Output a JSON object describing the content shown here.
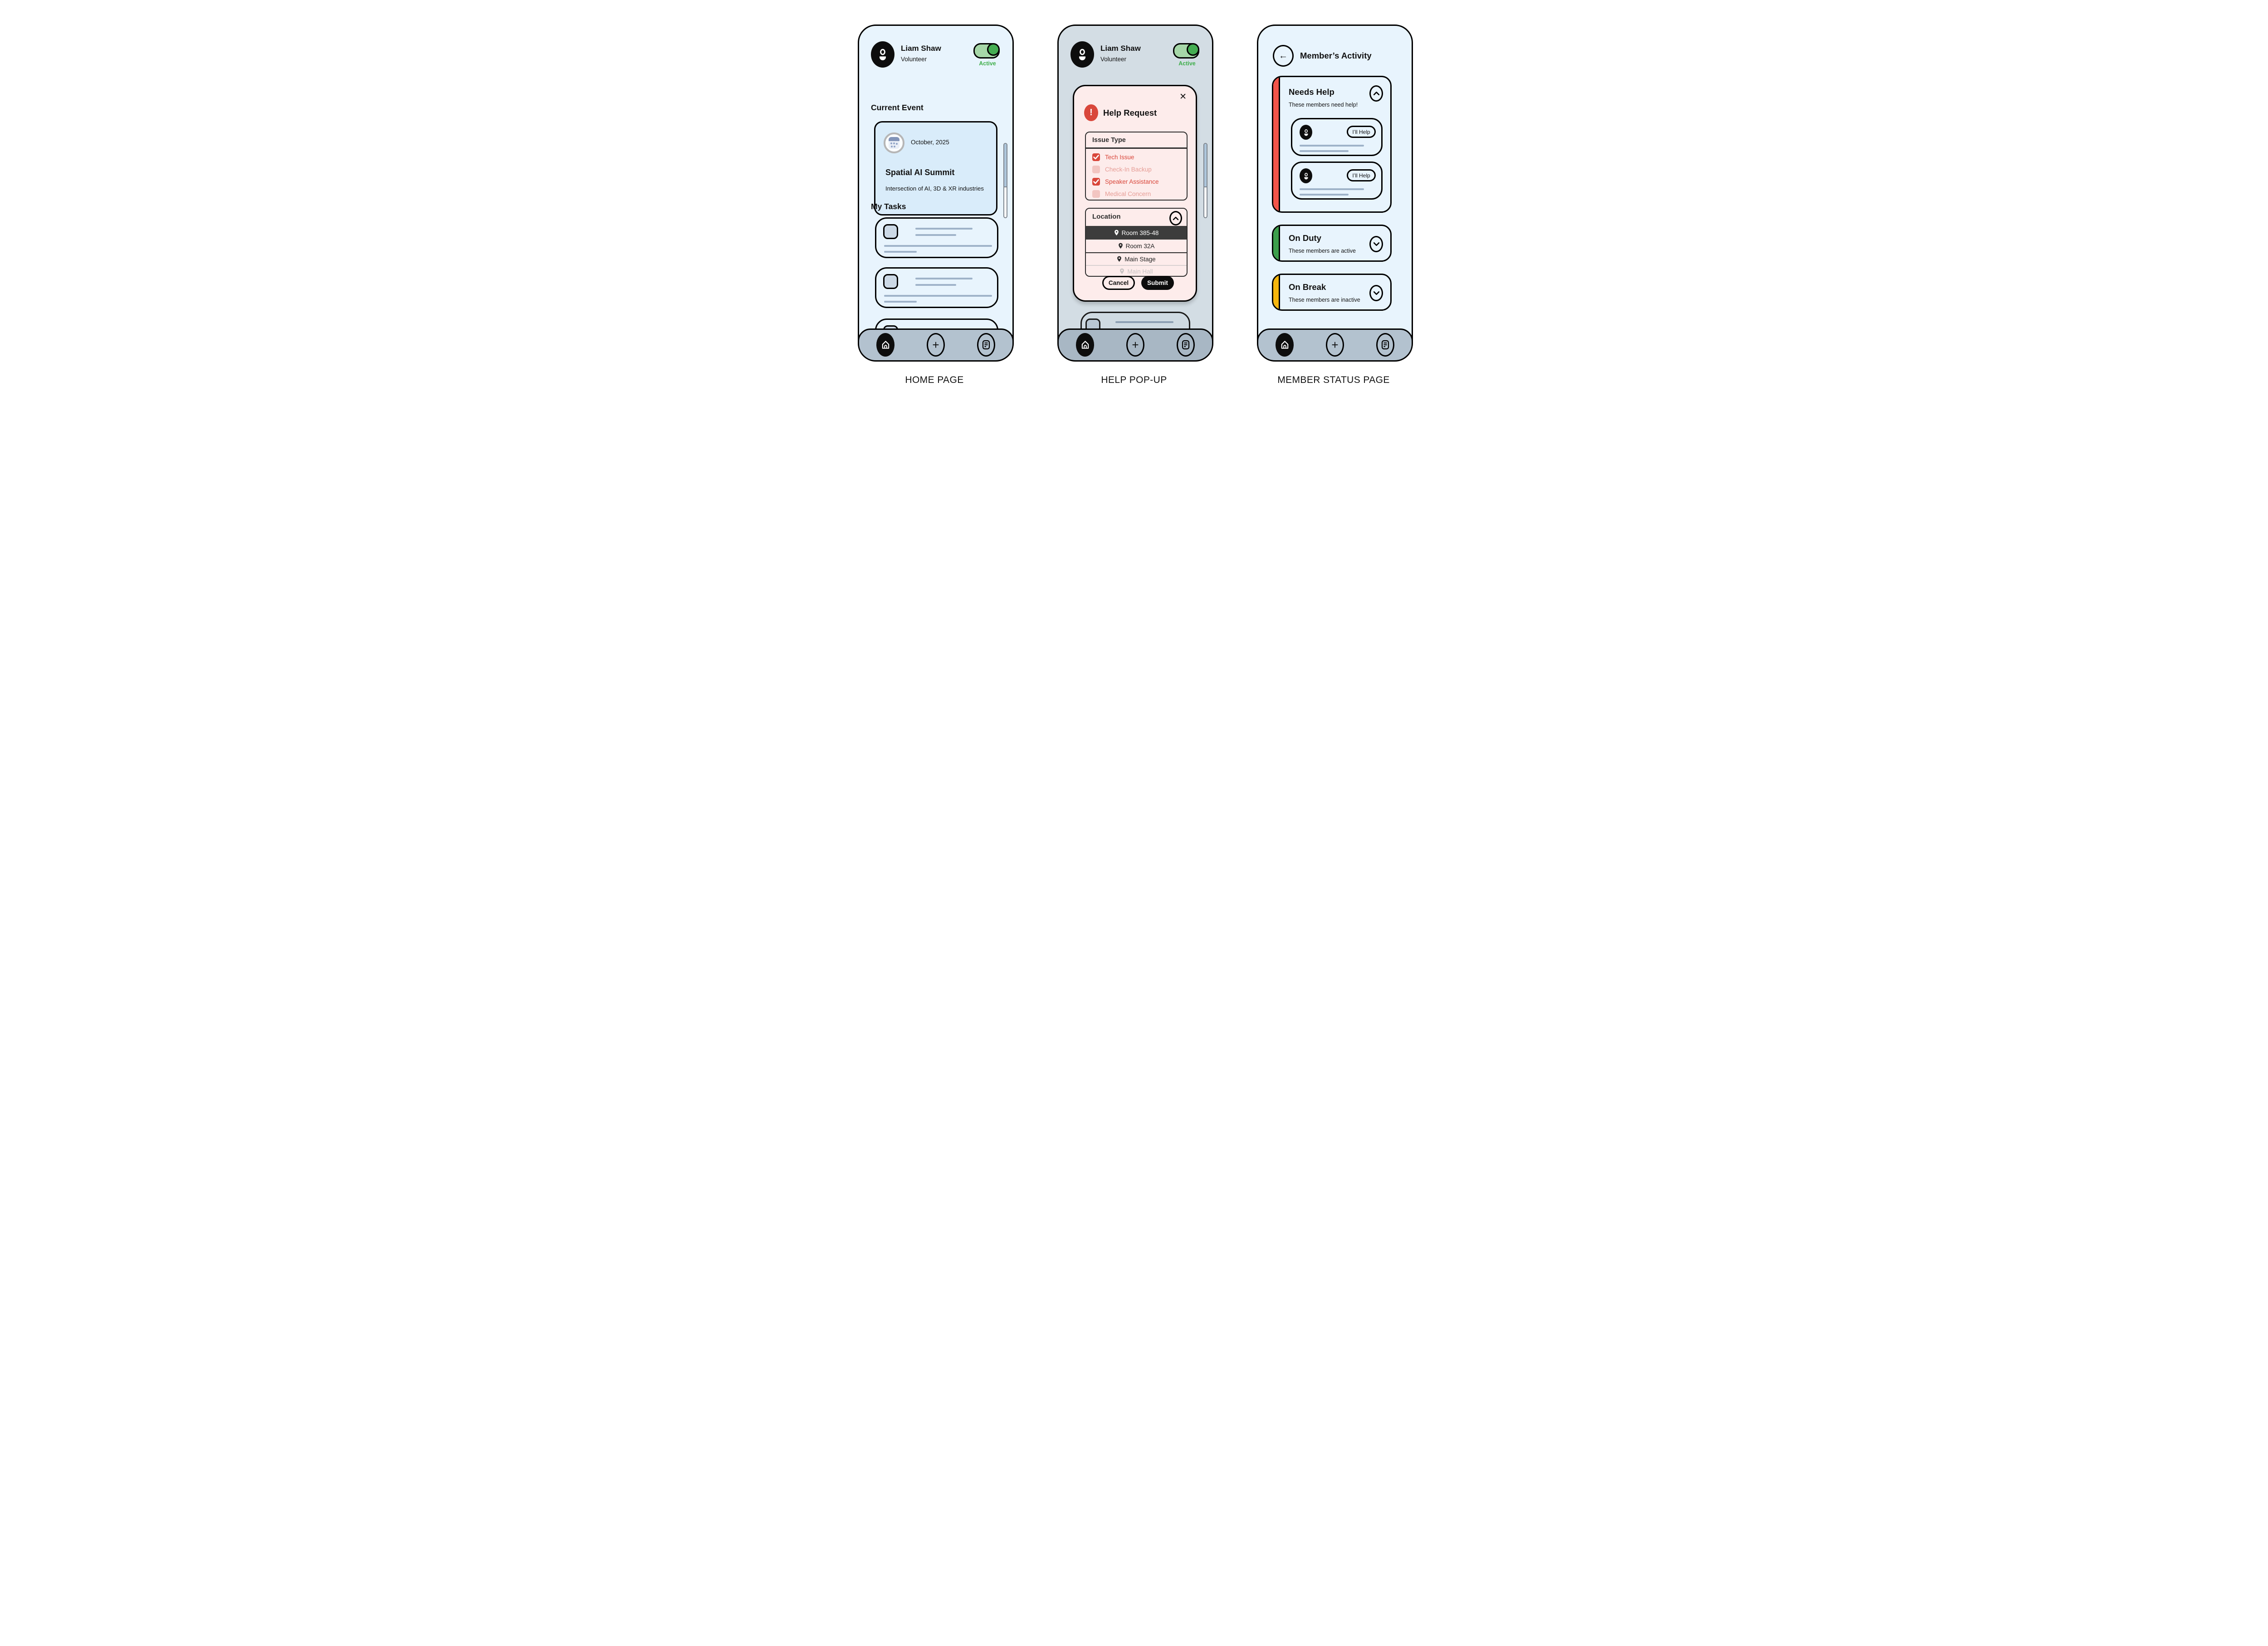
{
  "captions": {
    "phone1": "HOME PAGE",
    "phone2": "HELP POP-UP",
    "phone3": "MEMBER STATUS PAGE"
  },
  "profile": {
    "name": "Liam Shaw",
    "role": "Volunteer",
    "status_label": "Active",
    "status_on": true
  },
  "home": {
    "current_event_heading": "Current Event",
    "event": {
      "date": "October, 2025",
      "title": "Spatial AI Summit",
      "subtitle": "Intersection of AI, 3D & XR industries"
    },
    "my_tasks_heading": "My Tasks"
  },
  "help_popup": {
    "title": "Help Request",
    "issue_type": {
      "label": "Issue Type",
      "options": [
        {
          "label": "Tech Issue",
          "checked": true
        },
        {
          "label": "Check-In Backup",
          "checked": false
        },
        {
          "label": "Speaker Assistance",
          "checked": true
        },
        {
          "label": "Medical Concern",
          "checked": false
        }
      ]
    },
    "location": {
      "label": "Location",
      "options": [
        {
          "label": "Room 385-48",
          "state": "selected"
        },
        {
          "label": "Room 32A",
          "state": "normal"
        },
        {
          "label": "Main Stage",
          "state": "normal"
        },
        {
          "label": "Main Hall",
          "state": "disabled"
        }
      ]
    },
    "cancel_label": "Cancel",
    "submit_label": "Submit"
  },
  "member_status": {
    "title": "Member’s Activity",
    "sections": [
      {
        "title": "Needs Help",
        "subtitle": "These members need help!",
        "accent": "#f25449",
        "chevron": "up",
        "members": [
          {
            "action_label": "I’ll Help"
          },
          {
            "action_label": "I’ll Help"
          }
        ]
      },
      {
        "title": "On Duty",
        "subtitle": "These members are active",
        "accent": "#3c9e4b",
        "chevron": "down",
        "members": []
      },
      {
        "title": "On Break",
        "subtitle": "These members are inactive",
        "accent": "#f6b60d",
        "chevron": "down",
        "members": []
      }
    ]
  },
  "icons": {
    "close": "✕",
    "plus": "+",
    "back": "←",
    "alert": "!"
  },
  "colors": {
    "active_green": "#3fae4a",
    "toggle_track": "#a6d7a8",
    "toggle_knob": "#44ad52",
    "alert_red": "#d9473b",
    "unchecked_pink": "#f2c5c1",
    "selected_row": "#3c3c3c",
    "needs_help_red": "#f25449",
    "on_duty_green": "#3c9e4b",
    "on_break_yellow": "#f6b60d",
    "phone_bg": "#e8f4fd",
    "dim_bg": "#d3dde4",
    "nav_bg": "#b3c2cf",
    "modal_pink": "#fdeceb"
  }
}
